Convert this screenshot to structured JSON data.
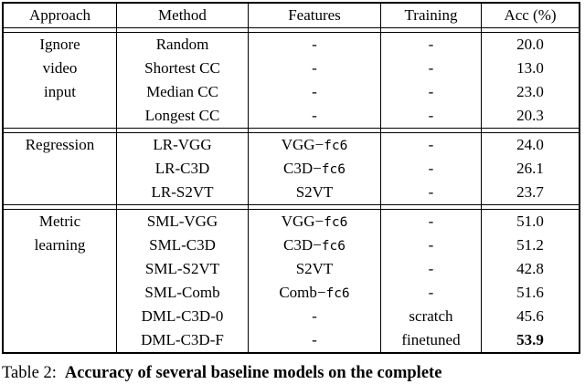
{
  "page": {
    "background": "#ffffff",
    "text_color": "#000000"
  },
  "table": {
    "headers": [
      "Approach",
      "Method",
      "Features",
      "Training",
      "Acc (%)"
    ],
    "sections": [
      {
        "approach_lines": [
          "Ignore",
          "video",
          "input"
        ],
        "rows": [
          {
            "method": "Random",
            "features_main": "-",
            "features_mono": "",
            "training": "-",
            "acc": "20.0"
          },
          {
            "method": "Shortest CC",
            "features_main": "-",
            "features_mono": "",
            "training": "-",
            "acc": "13.0"
          },
          {
            "method": "Median CC",
            "features_main": "-",
            "features_mono": "",
            "training": "-",
            "acc": "23.0"
          },
          {
            "method": "Longest CC",
            "features_main": "-",
            "features_mono": "",
            "training": "-",
            "acc": "20.3"
          }
        ]
      },
      {
        "approach_lines": [
          "Regression"
        ],
        "rows": [
          {
            "method": "LR-VGG",
            "features_main": "VGG−",
            "features_mono": "fc6",
            "training": "-",
            "acc": "24.0"
          },
          {
            "method": "LR-C3D",
            "features_main": "C3D−",
            "features_mono": "fc6",
            "training": "-",
            "acc": "26.1"
          },
          {
            "method": "LR-S2VT",
            "features_main": "S2VT",
            "features_mono": "",
            "training": "-",
            "acc": "23.7"
          }
        ]
      },
      {
        "approach_lines": [
          "Metric",
          "learning"
        ],
        "rows": [
          {
            "method": "SML-VGG",
            "features_main": "VGG−",
            "features_mono": "fc6",
            "training": "-",
            "acc": "51.0"
          },
          {
            "method": "SML-C3D",
            "features_main": "C3D−",
            "features_mono": "fc6",
            "training": "-",
            "acc": "51.2"
          },
          {
            "method": "SML-S2VT",
            "features_main": "S2VT",
            "features_mono": "",
            "training": "-",
            "acc": "42.8"
          },
          {
            "method": "SML-Comb",
            "features_main": "Comb−",
            "features_mono": "fc6",
            "training": "-",
            "acc": "51.6"
          },
          {
            "method": "DML-C3D-0",
            "features_main": "-",
            "features_mono": "",
            "training": "scratch",
            "acc": "45.6"
          },
          {
            "method": "DML-C3D-F",
            "features_main": "-",
            "features_mono": "",
            "training": "finetuned",
            "acc": "53.9"
          }
        ]
      }
    ]
  },
  "caption": {
    "prefix": "Table 2:",
    "bold_text": "Accuracy of several baseline models on the complete"
  }
}
